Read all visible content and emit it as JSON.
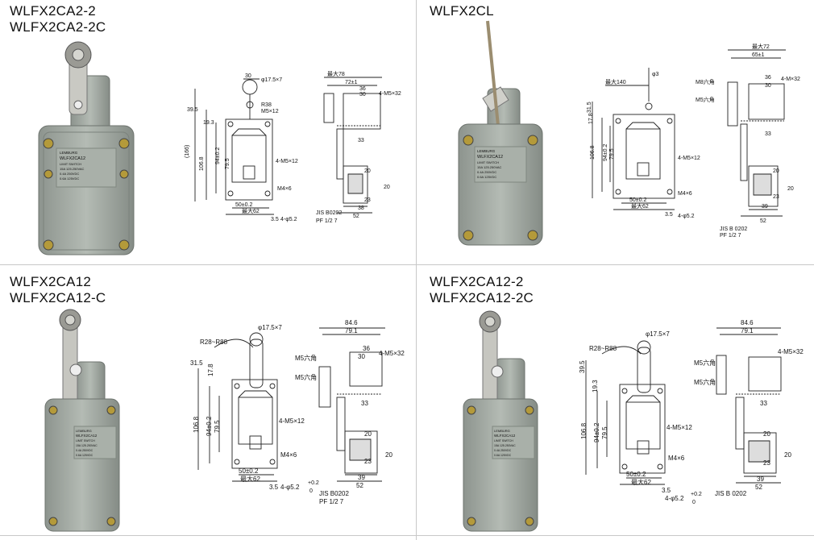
{
  "panels": [
    {
      "model_lines": [
        "WLFX2CA2-2",
        "WLFX2CA2-2C"
      ],
      "switch_label": [
        "LEMBURG",
        "WLFX2CA12",
        "LIMIT SWITCH",
        "15A 125.250VAC",
        "0.4A 250VDC",
        "0.6A 125VDC"
      ],
      "front_dims": [
        "30",
        "φ17.5×7",
        "R38",
        "M5×12",
        "39.5",
        "19.3",
        "(166)",
        "106.8",
        "94±0.2",
        "79.5",
        "4-M5×12",
        "M4×6",
        "50±0.2",
        "最大62",
        "3.5",
        "4-φ5.2"
      ],
      "side_dims": [
        "最大78",
        "72±1",
        "36",
        "30",
        "4-M5×32",
        "33",
        "20",
        "20",
        "23",
        "38",
        "52",
        "JIS B0202",
        "PF 1/2 7"
      ]
    },
    {
      "model_lines": [
        "WLFX2CL"
      ],
      "switch_label": [
        "LEMBURG",
        "WLFX2CA12",
        "LIMIT SWITCH",
        "15A 125.250VAC",
        "0.4A 250VDC",
        "0.6A 125VDC"
      ],
      "front_dims": [
        "最大140",
        "φ3",
        "31.5",
        "17.8",
        "106.8",
        "94±0.2",
        "79.5",
        "4-M5×12",
        "M4×6",
        "50±0.2",
        "最大62",
        "3.5",
        "4-φ5.2"
      ],
      "side_dims": [
        "最大72",
        "65±1",
        "M8六角",
        "M5六角",
        "36",
        "30",
        "4-M×32",
        "33",
        "20",
        "20",
        "23",
        "39",
        "52",
        "JIS B 0202",
        "PF 1/2 7"
      ]
    },
    {
      "model_lines": [
        "WLFX2CA12",
        "WLFX2CA12-C"
      ],
      "switch_label": [
        "LEMBURG",
        "WLFX2CA12",
        "LIMIT SWITCH",
        "15A 125.250VAC",
        "0.4A 250VDC",
        "0.6A 125VDC"
      ],
      "front_dims": [
        "φ17.5×7",
        "R28~R88",
        "31.5",
        "17.8",
        "106.8",
        "94±0.2",
        "79.5",
        "4-M5×12",
        "M4×6",
        "50±0.2",
        "最大62",
        "3.5",
        "4-φ5.2",
        "+0.2",
        "0"
      ],
      "side_dims": [
        "84.6",
        "79.1",
        "M5六角",
        "M5六角",
        "36",
        "30",
        "4-M5×32",
        "33",
        "20",
        "20",
        "23",
        "39",
        "52",
        "JIS B0202",
        "PF 1/2 7"
      ]
    },
    {
      "model_lines": [
        "WLFX2CA12-2",
        "WLFX2CA12-2C"
      ],
      "switch_label": [
        "LEMBURG",
        "WLFX2CA12",
        "LIMIT SWITCH",
        "15A 125.250VAC",
        "0.4A 250VDC",
        "0.6A 125VDC"
      ],
      "front_dims": [
        "φ17.5×7",
        "R28~R88",
        "39.5",
        "19.3",
        "106.8",
        "94±0.2",
        "79.5",
        "4-M5×12",
        "M4×6",
        "50±0.2",
        "最大62",
        "3.5",
        "4-φ5.2",
        "+0.2",
        "0"
      ],
      "side_dims": [
        "84.6",
        "79.1",
        "M5六角",
        "M5六角",
        "4-M5×32",
        "33",
        "20",
        "20",
        "23",
        "39",
        "52",
        "JIS B 0202"
      ]
    }
  ]
}
